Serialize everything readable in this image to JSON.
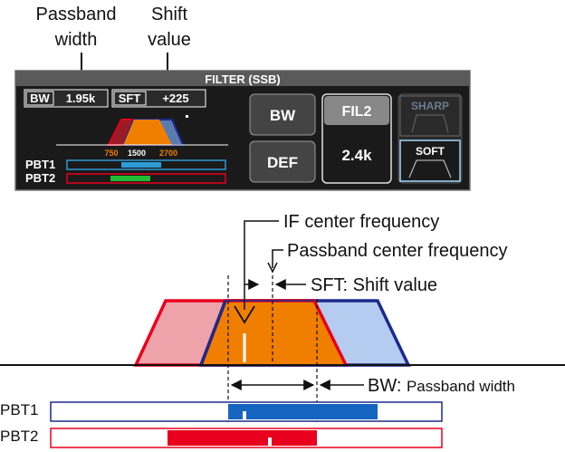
{
  "top_callouts": {
    "passband_line1": "Passband",
    "passband_line2": "width",
    "shift_line1": "Shift",
    "shift_line2": "value"
  },
  "screen": {
    "title": "FILTER (SSB)",
    "bw_label": "BW",
    "bw_value": "1.95k",
    "sft_label": "SFT",
    "sft_value": "+225",
    "scale": [
      "750",
      "1500",
      "2700"
    ],
    "pbt1": "PBT1",
    "pbt2": "PBT2",
    "btn_bw": "BW",
    "btn_def": "DEF",
    "fil_label": "FIL2",
    "fil_value": "2.4k",
    "sharp": "SHARP",
    "soft": "SOFT"
  },
  "diagram": {
    "if_center": "IF center frequency",
    "passband_center": "Passband center frequency",
    "sft_prefix": "SFT: Shift value",
    "bw_prefix": "BW: ",
    "bw_suffix": "Passband width",
    "pbt1": "PBT1",
    "pbt2": "PBT2"
  },
  "colors": {
    "orange": "#f07f00",
    "red": "#e8001c",
    "navy": "#1c2a8c",
    "blue_bar": "#1565c0",
    "pink": "#eea3ab",
    "light_blue": "#b5cbef",
    "screen_bg": "#1a1a1a"
  }
}
